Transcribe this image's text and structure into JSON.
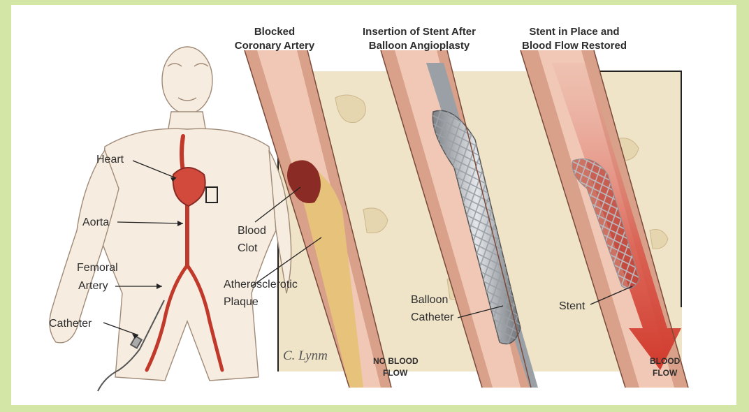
{
  "panels": {
    "blocked": {
      "title_line1": "Blocked",
      "title_line2": "Coronary Artery"
    },
    "insertion": {
      "title_line1": "Insertion of Stent After",
      "title_line2": "Balloon Angioplasty"
    },
    "restored": {
      "title_line1": "Stent in Place and",
      "title_line2": "Blood Flow Restored"
    }
  },
  "body_labels": {
    "heart": "Heart",
    "aorta": "Aorta",
    "femoral_line1": "Femoral",
    "femoral_line2": "Artery",
    "catheter": "Catheter"
  },
  "artery_labels": {
    "clot_line1": "Blood",
    "clot_line2": "Clot",
    "plaque_line1": "Atherosclerotic",
    "plaque_line2": "Plaque",
    "balloon_line1": "Balloon",
    "balloon_line2": "Catheter",
    "stent": "Stent",
    "no_flow_line1": "NO BLOOD",
    "no_flow_line2": "FLOW",
    "flow_line1": "BLOOD",
    "flow_line2": "FLOW"
  },
  "signature": "C. Lynm",
  "colors": {
    "background": "#d3e6a6",
    "artery_wall": "#d9a189",
    "blood": "#c0392b",
    "plaque": "#e6c27a",
    "tissue": "#efe3c8"
  }
}
